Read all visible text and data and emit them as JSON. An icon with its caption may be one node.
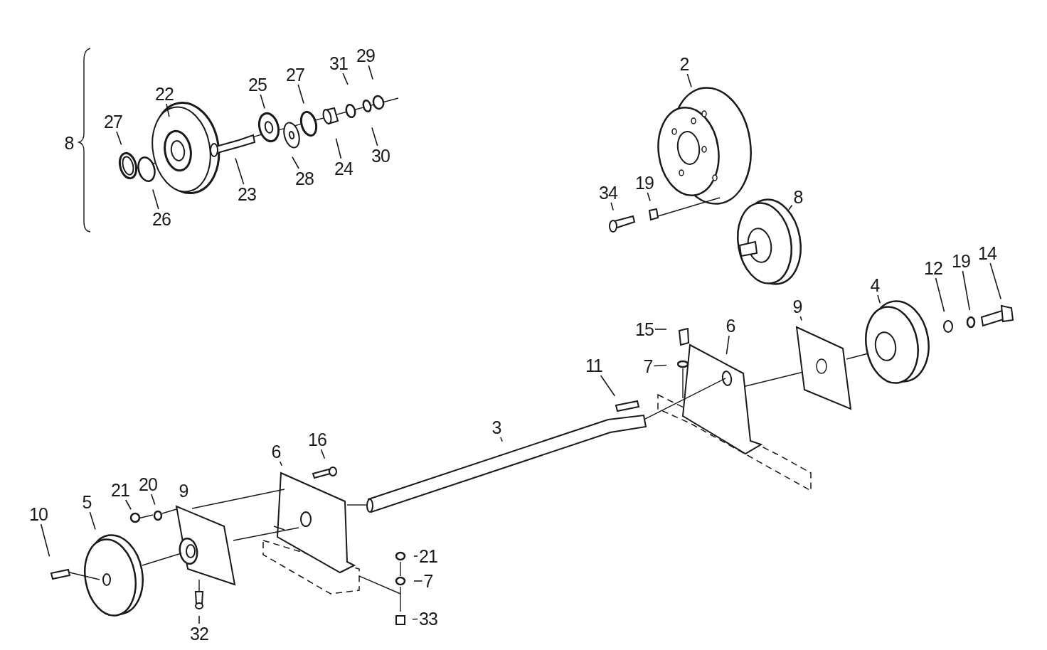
{
  "diagram": {
    "nodes": [
      {
        "text": [
          "29"
        ]
      },
      {
        "text": [
          "2"
        ]
      },
      {
        "text": [
          "31"
        ]
      },
      {
        "text": [
          "27"
        ]
      },
      {
        "text": [
          "25"
        ]
      },
      {
        "text": [
          "22"
        ]
      },
      {
        "text": [
          "27"
        ]
      },
      {
        "text": [
          "30"
        ]
      },
      {
        "text": [
          "24"
        ]
      },
      {
        "text": [
          "28"
        ]
      },
      {
        "text": [
          "19"
        ]
      },
      {
        "text": [
          "34"
        ]
      },
      {
        "text": [
          "23"
        ]
      },
      {
        "text": [
          "8"
        ]
      },
      {
        "text": [
          "26"
        ]
      },
      {
        "text": [
          "14"
        ]
      },
      {
        "text": [
          "19"
        ]
      },
      {
        "text": [
          "12"
        ]
      },
      {
        "text": [
          "4"
        ]
      },
      {
        "text": [
          "9"
        ]
      },
      {
        "text": [
          "6"
        ]
      },
      {
        "text": [
          "15"
        ]
      },
      {
        "text": [
          "11"
        ]
      },
      {
        "text": [
          "7"
        ]
      },
      {
        "text": [
          "3"
        ]
      },
      {
        "text": [
          "16"
        ]
      },
      {
        "text": [
          "6"
        ]
      },
      {
        "text": [
          "20"
        ]
      },
      {
        "text": [
          "9"
        ]
      },
      {
        "text": [
          "21"
        ]
      },
      {
        "text": [
          "5"
        ]
      },
      {
        "text": [
          "10"
        ]
      },
      {
        "text": [
          "21"
        ]
      },
      {
        "text": [
          "7"
        ]
      },
      {
        "text": [
          "33"
        ]
      },
      {
        "text": [
          "32"
        ]
      }
    ],
    "edges": [
      {
        "from": 0,
        "to": null,
        "arrow": "none"
      },
      {
        "from": 1,
        "to": null,
        "arrow": "none"
      },
      {
        "from": 2,
        "to": null,
        "arrow": "none"
      },
      {
        "from": 3,
        "to": null,
        "arrow": "none"
      },
      {
        "from": 4,
        "to": null,
        "arrow": "none"
      },
      {
        "from": 5,
        "to": null,
        "arrow": "none"
      },
      {
        "from": 6,
        "to": null,
        "arrow": "none"
      },
      {
        "from": 7,
        "to": null,
        "arrow": "none"
      },
      {
        "from": 8,
        "to": null,
        "arrow": "none"
      },
      {
        "from": 9,
        "to": null,
        "arrow": "none"
      },
      {
        "from": 10,
        "to": null,
        "arrow": "none"
      },
      {
        "from": 11,
        "to": null,
        "arrow": "none"
      },
      {
        "from": 12,
        "to": null,
        "arrow": "none"
      },
      {
        "from": 13,
        "to": null,
        "arrow": "none"
      },
      {
        "from": 14,
        "to": null,
        "arrow": "none"
      },
      {
        "from": 15,
        "to": null,
        "arrow": "none"
      },
      {
        "from": 16,
        "to": null,
        "arrow": "none"
      },
      {
        "from": 17,
        "to": null,
        "arrow": "none"
      },
      {
        "from": 18,
        "to": null,
        "arrow": "none"
      },
      {
        "from": 19,
        "to": null,
        "arrow": "none"
      },
      {
        "from": 20,
        "to": null,
        "arrow": "none"
      },
      {
        "from": 21,
        "to": null,
        "arrow": "none"
      },
      {
        "from": 22,
        "to": null,
        "arrow": "none"
      },
      {
        "from": 23,
        "to": null,
        "arrow": "none"
      },
      {
        "from": 24,
        "to": null,
        "arrow": "none"
      },
      {
        "from": 25,
        "to": null,
        "arrow": "none"
      },
      {
        "from": 26,
        "to": null,
        "arrow": "none"
      },
      {
        "from": 27,
        "to": null,
        "arrow": "none"
      },
      {
        "from": 28,
        "to": null,
        "arrow": "none"
      },
      {
        "from": 29,
        "to": null,
        "arrow": "none"
      },
      {
        "from": 30,
        "to": null,
        "arrow": "none"
      },
      {
        "from": 31,
        "to": null,
        "arrow": "none"
      },
      {
        "from": 32,
        "to": null,
        "arrow": "none"
      },
      {
        "from": 33,
        "to": null,
        "arrow": "none"
      },
      {
        "from": 34,
        "to": null,
        "arrow": "none"
      },
      {
        "from": 35,
        "to": null,
        "arrow": "none"
      }
    ],
    "labels": [
      "8"
    ]
  }
}
